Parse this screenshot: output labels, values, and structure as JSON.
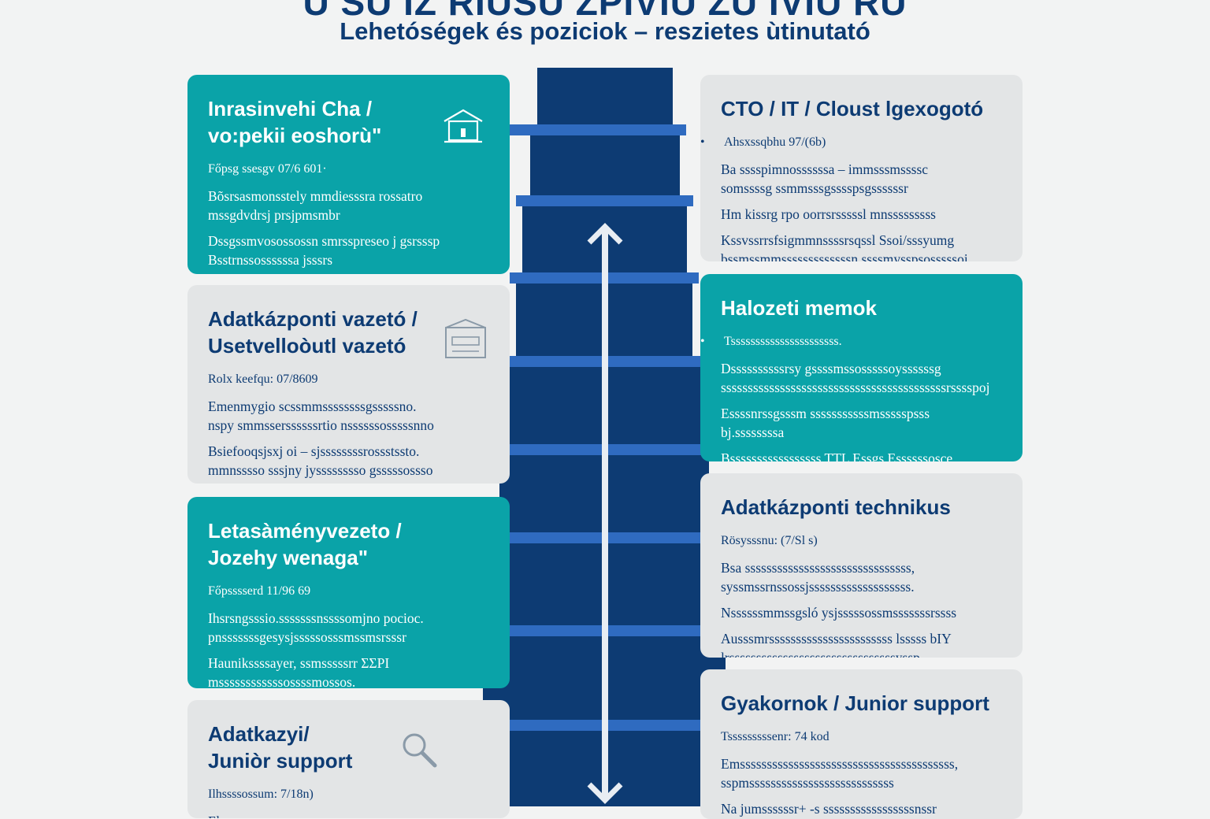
{
  "header": {
    "title": "U SU IZ RIUSU ZPIVIU ZU IVIU RU",
    "subtitle": "Lehetóségek és poziciok – reszietes ùtinutató"
  },
  "colors": {
    "navy": "#0d3b73",
    "tower_block": "#0d3b73",
    "tower_ledge": "#2f6bc0",
    "teal": "#0aa3a8",
    "gray_card": "#e3e5e6",
    "background": "#f2f3f3"
  },
  "left_cards": [
    {
      "title": "Inrasinvehi Cha /\nvo:pekii eoshorù\"",
      "meta": "Főpsg ssesgv 07/6 601·",
      "lines": [
        "Bõsrsasmonsstely mmdiesssra rossatro\nmssgdvdrsj prsjpmsmbr",
        "Dssgssmvosossossn smrsspreseo j gsrsssp\nBsstrnssossssssa jsssrs"
      ],
      "icon": "building-icon"
    },
    {
      "title": "Adatkázponti vazetó /\nUsetvelloòutl vazetó",
      "meta": "Rolx keefqu: 07/8609",
      "lines": [
        "Emenmygio scssmmssssssssgsssssno.\nnspy smmsserssssssrtio nssssssosssssnno",
        "Bsiefooqsjsxj oi – sjssssssssrossstssto.\nmmnsssso sssjny jysssssssso gsssssossso"
      ],
      "icon": "server-box-icon"
    },
    {
      "title": "Letasàményvezeto /\nJozehy wenaga\"",
      "meta": "Főpsssserd 11/96 69",
      "lines": [
        "Ihsrsngsssio.sssssssnssssomjno pocioc.\npnsssssssgesysjsssssosssmssmsrsssr",
        "Haunikssssayer, ssmsssssrr ΣΣΡΙ\nmssssssssssssossssmossos."
      ],
      "icon": ""
    },
    {
      "title": "Adatkazyi/\nJuniòr support",
      "meta": "Ilhssssossum: 7/18n)",
      "lines": [
        "Ebpsssssmsssssssssssssssssssssss"
      ],
      "icon": "magnifier-icon"
    }
  ],
  "right_cards": [
    {
      "title": "CTO / IT / Cloust lgexogotó",
      "meta": "Ahsxssqbhu 97/(6b)",
      "lines": [
        "Ba sssspimnossssssa – immsssmssssc\nsomssssg ssmmsssgsssspsgssssssr",
        "Hm kissrg rpo oorrsrsssssl mnsssssssss",
        "Kssvssrrsfsigmmnssssrsqssl Ssoi/sssyumg\nbssmssmmsssssssssssssn ssssmysspsosssssoi"
      ]
    },
    {
      "title": "Halozeti memok",
      "meta": "Tssssssssssssssssssssss.",
      "lines": [
        "Dssssssssssrsy gssssmssosssssoyssssssg\nssssssssssssssssssssssssssssssssssssssssssrsssspoj",
        "Essssnrssgsssm sssssssssssmssssspsss\nbj.ssssssssa",
        "Bsssssssssssssssss TTL Essgs Essssssosce"
      ]
    },
    {
      "title": "Adatkázponti technikus",
      "meta": "Rösysssnu: (7/Sl s)",
      "lines": [
        "Bsa sssssssssssssssssssssssssssssss,\nsyssmssrnssossjsssssssssssssssssss.",
        "Nssssssmmssgsló ysjsssssossmsssssssrssss",
        "Ausssmrsssssssssssssssssssssss lsssss bIY\nlrsssssssssssssssssssssssssssssssyssp"
      ]
    },
    {
      "title": "Gyakornok / Junior support",
      "meta": "Tsssssssssenr: 74 kod",
      "lines": [
        "Emssssssssssssssssssssssssssssssssssssssss,\nsspmsssssssssssssssssssssssssss",
        "Na jumssssssr+ -s sssssssssssssssssnssr"
      ]
    }
  ]
}
